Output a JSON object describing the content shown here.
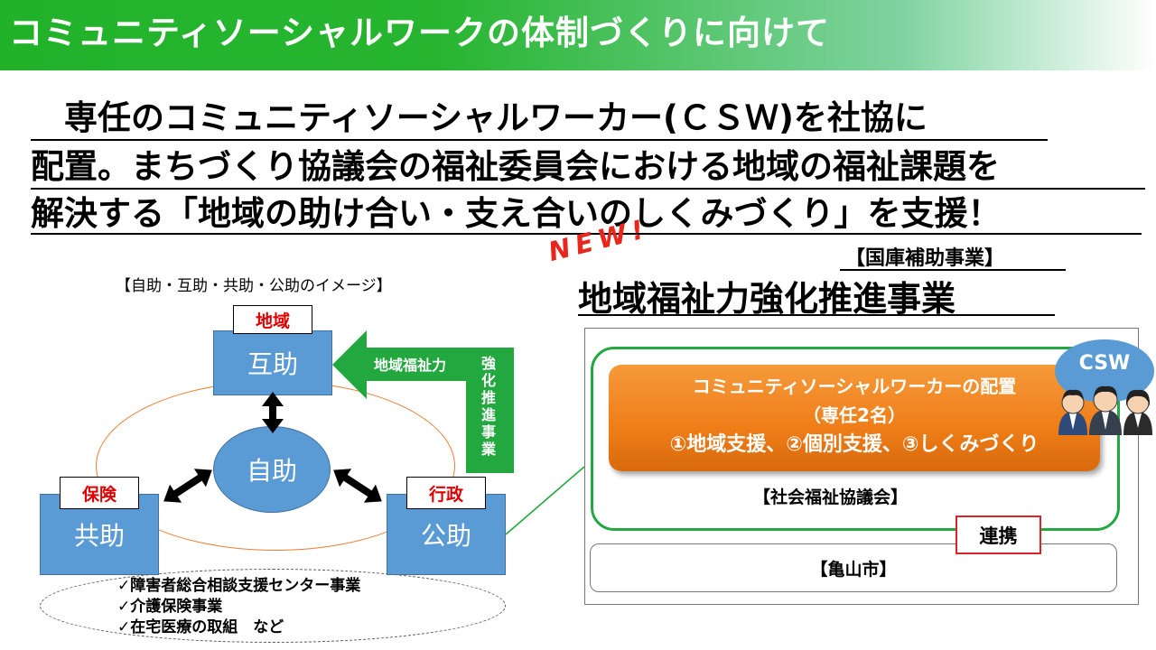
{
  "header": {
    "title": "コミュニティソーシャルワークの体制づくりに向けて"
  },
  "lead": {
    "line1": "　専任のコミュニティソーシャルワーカー(ＣＳＷ)を社協に",
    "line2": "配置。まちづくり協議会の福祉委員会における地域の福祉課題を",
    "line3": "解決する「地域の助け合い・支え合いのしくみづくり」を支援！"
  },
  "left_diagram": {
    "caption": "【自助・互助・共助・公助のイメージ】",
    "mutual": {
      "label": "互助",
      "tag": "地域"
    },
    "self_help": {
      "label": "自助"
    },
    "insurance": {
      "label": "共助",
      "tag": "保険"
    },
    "public": {
      "label": "公助",
      "tag": "行政"
    },
    "arrow_label": "地域福祉力",
    "arrow_vertical": [
      "強",
      "化",
      "推",
      "進",
      "事",
      "業"
    ],
    "checks": [
      "✓障害者総合相談支援センター事業",
      "✓介護保険事業",
      "✓在宅医療の取組　など"
    ]
  },
  "right_panel": {
    "new_badge": "NEW!",
    "kokko_label": "【国庫補助事業】",
    "project_title": "地域福祉力強化推進事業",
    "csw_badge": "CSW",
    "csw_box": {
      "line1": "コミュニティソーシャルワーカーの配置",
      "line2": "（専任2名）",
      "line3": "①地域支援、②個別支援、③しくみづくり"
    },
    "council_label": "【社会福祉協議会】",
    "renkei_label": "連携",
    "city_label": "【亀山市】"
  },
  "colors": {
    "header_green": "#21b22a",
    "box_blue": "#5b9bd5",
    "tag_red": "#e00000",
    "arrow_green": "#22a83f",
    "orange": "#ef7d17"
  }
}
